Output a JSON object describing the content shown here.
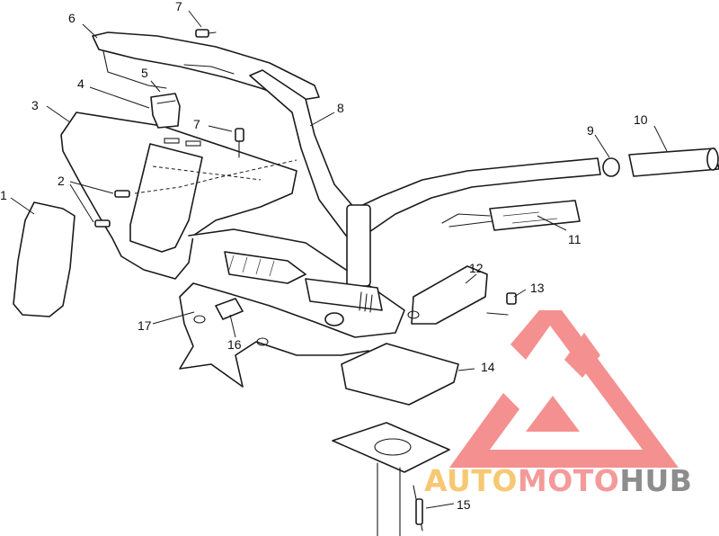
{
  "callouts": {
    "c1": "1",
    "c2": "2",
    "c3": "3",
    "c4": "4",
    "c5": "5",
    "c6": "6",
    "c7a": "7",
    "c7b": "7",
    "c8": "8",
    "c9": "9",
    "c10": "10",
    "c11": "11",
    "c12": "12",
    "c13": "13",
    "c14": "14",
    "c15": "15",
    "c16": "16",
    "c17": "17"
  },
  "watermark": {
    "brand_part1": "AUTO",
    "brand_part2": "MOTO",
    "brand_part3": "HUB",
    "color_part1": "#f7c873",
    "color_part2": "#f49a9a",
    "color_part3": "#8d8d8d",
    "logo_color": "#f27d7d"
  }
}
